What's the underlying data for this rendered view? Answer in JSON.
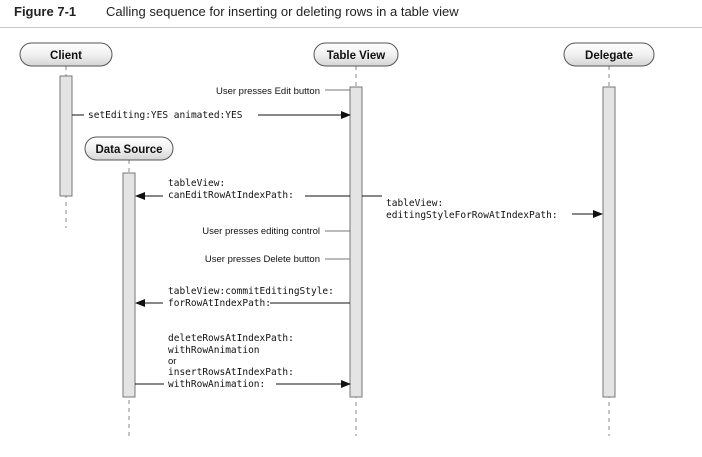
{
  "figure": {
    "number": "Figure 7-1",
    "title": "Calling sequence for inserting or deleting rows in a table view"
  },
  "participants": {
    "client": "Client",
    "table_view": "Table View",
    "delegate": "Delegate",
    "data_source": "Data Source"
  },
  "messages": {
    "user_presses_edit": "User presses Edit button",
    "set_editing": "setEditing:YES animated:YES",
    "can_edit_1": "tableView:",
    "can_edit_2": "canEditRowAtIndexPath:",
    "editing_style_1": "tableView:",
    "editing_style_2": "editingStyleForRowAtIndexPath:",
    "user_presses_control": "User presses editing control",
    "user_presses_delete": "User presses Delete button",
    "commit_1": "tableView:commitEditingStyle:",
    "commit_2": "forRowAtIndexPath:",
    "delete_1": "deleteRowsAtIndexPath:",
    "delete_2": "withRowAnimation",
    "or": "or",
    "insert_1": "insertRowsAtIndexPath:",
    "insert_2": "withRowAnimation:"
  }
}
